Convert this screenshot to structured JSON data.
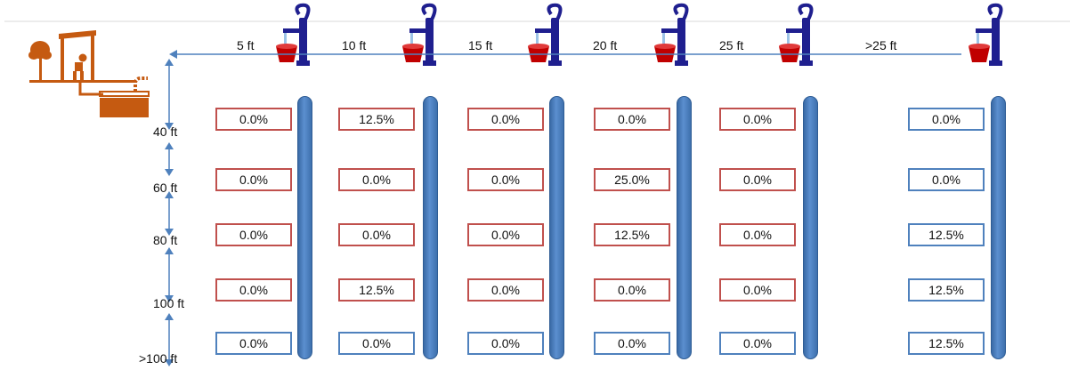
{
  "distance_labels": [
    "5 ft",
    "10 ft",
    "15 ft",
    "20 ft",
    "25 ft",
    ">25 ft"
  ],
  "depth_labels": [
    "40 ft",
    "60 ft",
    "80 ft",
    "100 ft",
    ">100 ft"
  ],
  "columns": [
    {
      "distance": "5 ft",
      "values": [
        "0.0%",
        "0.0%",
        "0.0%",
        "0.0%",
        "0.0%"
      ]
    },
    {
      "distance": "10 ft",
      "values": [
        "12.5%",
        "0.0%",
        "0.0%",
        "12.5%",
        "0.0%"
      ]
    },
    {
      "distance": "15 ft",
      "values": [
        "0.0%",
        "0.0%",
        "0.0%",
        "0.0%",
        "0.0%"
      ]
    },
    {
      "distance": "20 ft",
      "values": [
        "0.0%",
        "25.0%",
        "12.5%",
        "0.0%",
        "0.0%"
      ]
    },
    {
      "distance": "25 ft",
      "values": [
        "0.0%",
        "0.0%",
        "0.0%",
        "0.0%",
        "0.0%"
      ]
    },
    {
      "distance": ">25 ft",
      "values": [
        "0.0%",
        "0.0%",
        "12.5%",
        "12.5%",
        "12.5%"
      ]
    }
  ],
  "box_colors": {
    "red": "#c0504d",
    "blue": "#4f81bd"
  },
  "arrow_color": "#4f81bd",
  "pipe_color": "#4f81bd",
  "latrine_color": "#c55a11",
  "pump_color": "#1f1f8f",
  "bucket_color": "#c00000",
  "water_color": "#9dc3e6"
}
